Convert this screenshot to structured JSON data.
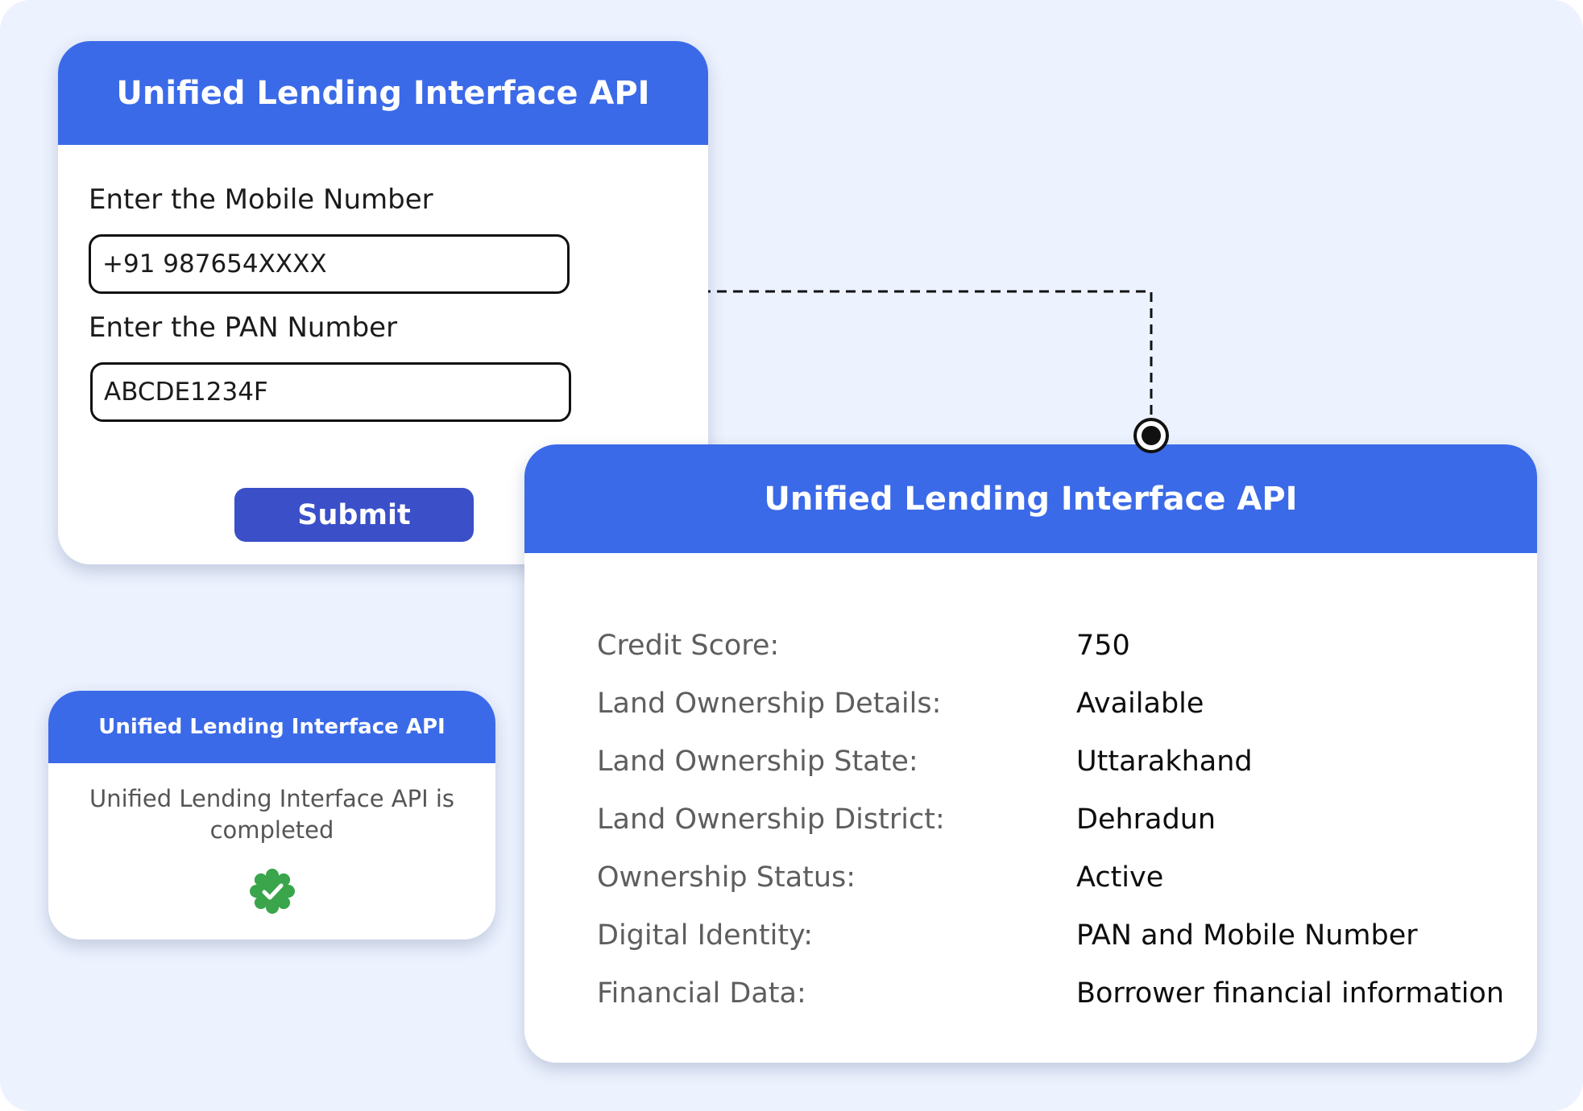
{
  "form_card": {
    "title": "Unified Lending Interface API",
    "mobile_label": "Enter the Mobile Number",
    "mobile_value": "+91 987654XXXX",
    "pan_label": "Enter the PAN Number",
    "pan_value": "ABCDE1234F",
    "submit_label": "Submit"
  },
  "result_card": {
    "title": "Unified Lending Interface API",
    "rows": [
      {
        "label": "Credit Score:",
        "value": "750"
      },
      {
        "label": "Land Ownership Details:",
        "value": "Available"
      },
      {
        "label": "Land Ownership State:",
        "value": "Uttarakhand"
      },
      {
        "label": "Land Ownership District:",
        "value": "Dehradun"
      },
      {
        "label": "Ownership Status:",
        "value": "Active"
      },
      {
        "label": "Digital Identity:",
        "value": "PAN and Mobile Number"
      },
      {
        "label": "Financial Data:",
        "value": "Borrower financial information"
      }
    ]
  },
  "status_card": {
    "title": "Unified Lending Interface API",
    "message": "Unified Lending Interface API is completed",
    "icon": "check-badge-icon"
  },
  "colors": {
    "background": "#ecf2fe",
    "header": "#3b6ae8",
    "submit": "#3a4fc8",
    "success": "#3aa54a"
  }
}
